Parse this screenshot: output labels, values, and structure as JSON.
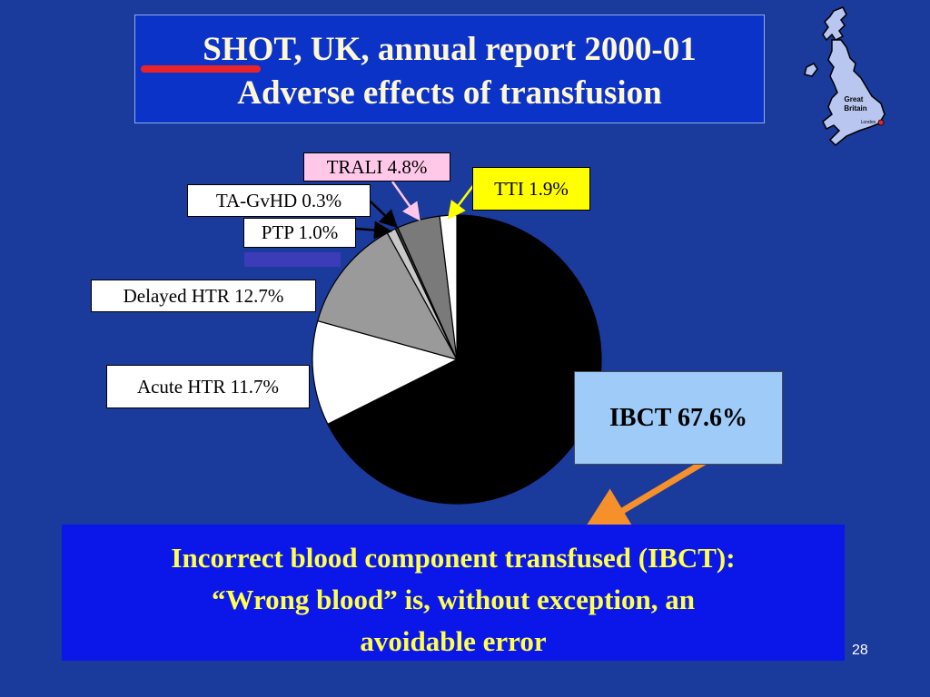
{
  "slide": {
    "title_line1": "SHOT, UK, annual report 2000-01",
    "title_line2": "Adverse effects of transfusion",
    "bottom_line1": "Incorrect blood component transfused (IBCT):",
    "bottom_line2": "“Wrong blood” is, without exception, an",
    "bottom_line3": "avoidable error",
    "slide_number": "28",
    "map_label_line1": "Great",
    "map_label_line2": "Britain",
    "map_label_line3": "London"
  },
  "colors": {
    "background": "#1a3a9c",
    "title_box": "#0b33c8",
    "bottom_box": "#0a17e8",
    "bottom_text": "#ffff4d",
    "ibct_box": "#9ecbf8",
    "trali_label": "#ffc8e8",
    "tti_label": "#ffff00",
    "arrow": "#f5902a"
  },
  "chart_data": {
    "type": "pie",
    "title": "Adverse effects of transfusion",
    "slices": [
      {
        "label": "IBCT",
        "value": 67.6,
        "display": "IBCT 67.6%",
        "color": "#000000"
      },
      {
        "label": "Acute HTR",
        "value": 11.7,
        "display": "Acute HTR 11.7%",
        "color": "#ffffff"
      },
      {
        "label": "Delayed HTR",
        "value": 12.7,
        "display": "Delayed HTR 12.7%",
        "color": "#9a9a9a"
      },
      {
        "label": "PTP",
        "value": 1.0,
        "display": "PTP 1.0%",
        "color": "#c8c8c8"
      },
      {
        "label": "TA-GvHD",
        "value": 0.3,
        "display": "TA-GvHD 0.3%",
        "color": "#3a3a3a"
      },
      {
        "label": "TRALI",
        "value": 4.8,
        "display": "TRALI 4.8%",
        "color": "#7a7a7a"
      },
      {
        "label": "TTI",
        "value": 1.9,
        "display": "TTI 1.9%",
        "color": "#ffffff"
      }
    ]
  }
}
